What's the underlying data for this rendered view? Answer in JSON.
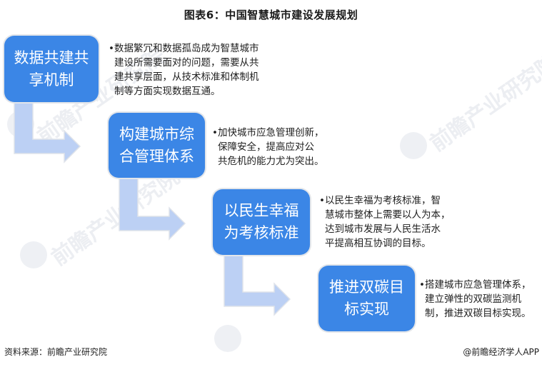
{
  "header": {
    "title": "图表6：中国智慧城市建设发展规划"
  },
  "steps": [
    {
      "label": "数据共建共享机制",
      "label_lines": [
        "数据共建共",
        "享机制"
      ],
      "description": "数据繁冗和数据孤岛成为智慧城市建设所需要面对的问题，需要从共建共享层面，从技术标准和体制机制等方面实现数据互通。",
      "description_lines": [
        "数据繁冗和数据孤岛成为智慧城市",
        "建设所需要面对的问题，需要从共",
        "建共享层面，从技术标准和体制机",
        "制等方面实现数据互通。"
      ]
    },
    {
      "label": "构建城市综合管理体系",
      "label_lines": [
        "构建城市综",
        "合管理体系"
      ],
      "description": "加快城市应急管理创新，保障安全，提高应对公共危机的能力尤为突出。",
      "description_lines": [
        "加快城市应急管理创新，",
        "保障安全，提高应对公",
        "共危机的能力尤为突出。"
      ]
    },
    {
      "label": "以民生幸福为考核标准",
      "label_lines": [
        "以民生幸福",
        "为考核标准"
      ],
      "description": "以民生幸福为考核标准，智慧城市整体上需要以人为本，达到城市发展与人民生活水平提高相互协调的目标。",
      "description_lines": [
        "以民生幸福为考核标准，智",
        "慧城市整体上需要以人为本，",
        "达到城市发展与人民生活水",
        "平提高相互协调的目标。"
      ]
    },
    {
      "label": "推进双碳目标实现",
      "label_lines": [
        "推进双碳目",
        "标实现"
      ],
      "description": "搭建城市应急管理体系，建立弹性的双碳监测机制，推进双碳目标实现。",
      "description_lines": [
        "搭建城市应急管理体系，",
        "建立弹性的双碳监测机",
        "制，推进双碳目标实现。"
      ]
    }
  ],
  "bullet": "•",
  "watermark": {
    "text": "前瞻产业研究院"
  },
  "footer": {
    "source": "资料来源：前瞻产业研究院",
    "credit": "@前瞻经济学人APP"
  },
  "colors": {
    "box": "#3b86e6",
    "arrow": "#bcd0f4",
    "text": "#1e1e1e"
  }
}
